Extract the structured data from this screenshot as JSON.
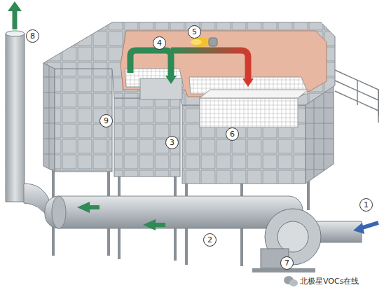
{
  "diagram": {
    "labels": [
      "8",
      "4",
      "5",
      "9",
      "3",
      "6",
      "1",
      "2",
      "7",
      "北极星VOCs在线"
    ]
  }
}
